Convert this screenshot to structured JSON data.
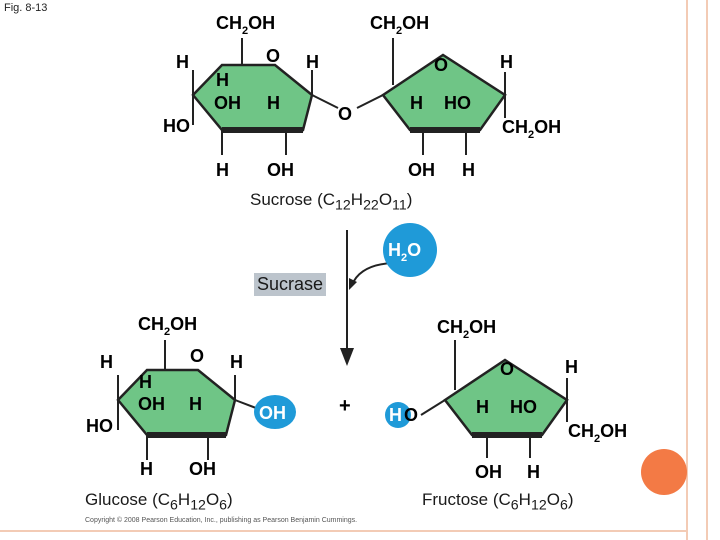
{
  "figure": {
    "label": "Fig. 8-13"
  },
  "colors": {
    "ring_fill": "#6fc586",
    "ring_stroke": "#222222",
    "water": "#1f9ad8",
    "accent_dot": "#f37a45"
  },
  "sucrose": {
    "caption": {
      "prefix": "Sucrose (C",
      "s1": "12",
      "h": "H",
      "s2": "22",
      "o": "O",
      "s3": "11",
      "suffix": ")"
    }
  },
  "enzyme": {
    "label": "Sucrase"
  },
  "water": {
    "h": "H",
    "sub": "2",
    "o": "O"
  },
  "plus": "+",
  "glucose": {
    "caption": {
      "prefix": "Glucose (C",
      "s1": "6",
      "h": "H",
      "s2": "12",
      "o": "O",
      "s3": "6",
      "suffix": ")"
    },
    "oh_highlight": "OH"
  },
  "fructose": {
    "caption": {
      "prefix": "Fructose (C",
      "s1": "6",
      "h": "H",
      "s2": "12",
      "o": "O",
      "s3": "6",
      "suffix": ")"
    },
    "h_highlight": "H"
  },
  "atoms": {
    "h": "H",
    "o": "O",
    "oh": "OH",
    "ho": "HO",
    "ch": "CH",
    "two": "2",
    "ohn": "OH"
  },
  "copyright": "Copyright © 2008 Pearson Education, Inc., publishing as Pearson Benjamin Cummings."
}
